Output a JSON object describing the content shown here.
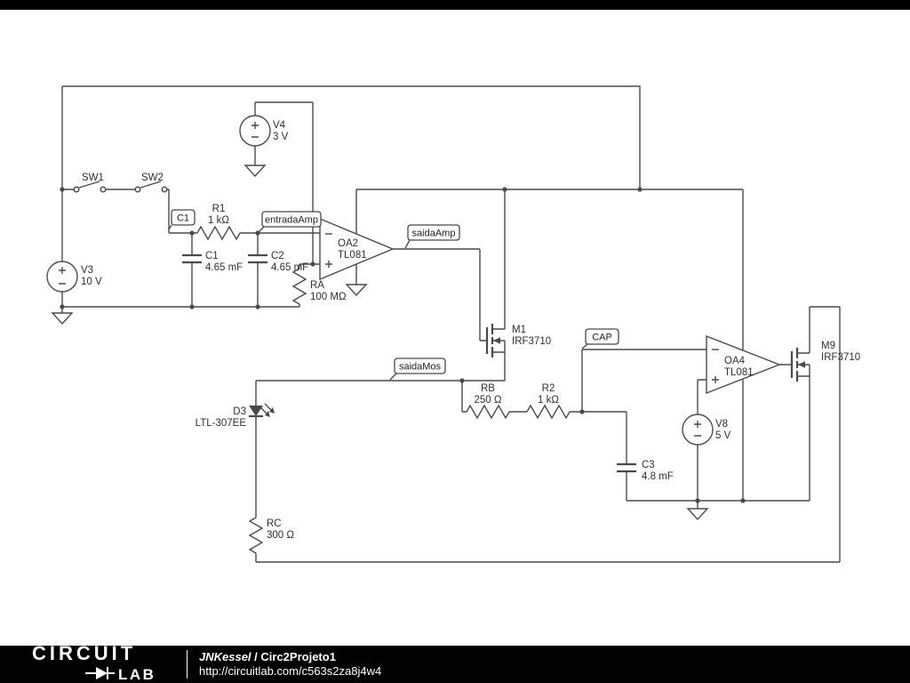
{
  "colors": {
    "wire": "#4a4a4a",
    "canvas": "#ffffff",
    "bar": "#000000",
    "label_text": "#2f2f2f"
  },
  "flags": {
    "c1": "C1",
    "entrada_amp": "entradaAmp",
    "saida_amp": "saidaAmp",
    "saida_mos": "saidaMos",
    "cap": "CAP"
  },
  "components": {
    "v3": {
      "name": "V3",
      "value": "10 V"
    },
    "v4": {
      "name": "V4",
      "value": "3 V"
    },
    "v8": {
      "name": "V8",
      "value": "5 V"
    },
    "sw1": {
      "name": "SW1"
    },
    "sw2": {
      "name": "SW2"
    },
    "r1": {
      "name": "R1",
      "value": "1 kΩ"
    },
    "r2": {
      "name": "R2",
      "value": "1 kΩ"
    },
    "ra": {
      "name": "RA",
      "value": "100 MΩ"
    },
    "rb": {
      "name": "RB",
      "value": "250 Ω"
    },
    "rc": {
      "name": "RC",
      "value": "300 Ω"
    },
    "c1": {
      "name": "C1",
      "value": "4.65 mF"
    },
    "c2": {
      "name": "C2",
      "value": "4.65 mF"
    },
    "c3": {
      "name": "C3",
      "value": "4.8 mF"
    },
    "oa2": {
      "name": "OA2",
      "value": "TL081"
    },
    "oa4": {
      "name": "OA4",
      "value": "TL081"
    },
    "m1": {
      "name": "M1",
      "value": "IRF3710"
    },
    "m9": {
      "name": "M9",
      "value": "IRF3710"
    },
    "d3": {
      "name": "D3",
      "value": "LTL-307EE"
    }
  },
  "footer": {
    "brand_line1": "CIRCUIT",
    "brand_line2": "LAB",
    "author": "JNKessel",
    "separator": " / ",
    "project": "Circ2Projeto1",
    "url": "http://circuitlab.com/c563s2za8j4w4"
  }
}
